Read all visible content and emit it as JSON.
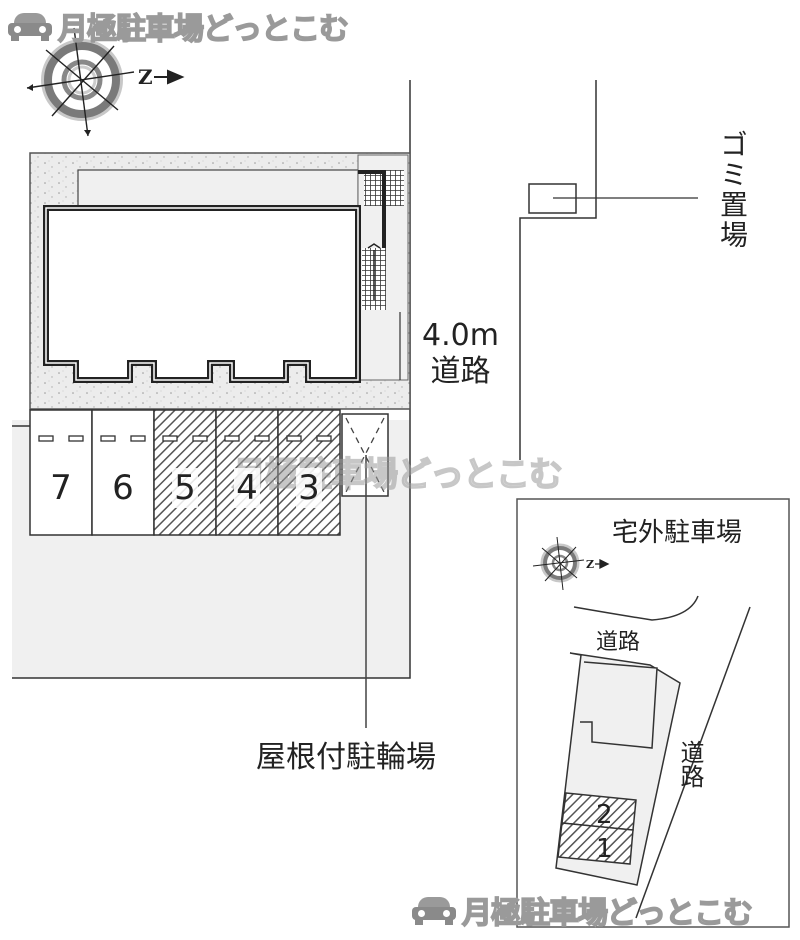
{
  "watermark": {
    "brand": "月極駐車場どっとこむ",
    "icon": "car-icon"
  },
  "compass_main": {
    "north_label": "N",
    "icon": "compass-icon"
  },
  "road_main": {
    "width_label": "4.0m",
    "name": "道路"
  },
  "garbage": {
    "label": "ゴミ置場"
  },
  "bicycle": {
    "label": "屋根付駐輪場"
  },
  "spaces": [
    {
      "number": "7",
      "status": "available"
    },
    {
      "number": "6",
      "status": "available"
    },
    {
      "number": "5",
      "status": "occupied"
    },
    {
      "number": "4",
      "status": "occupied"
    },
    {
      "number": "3",
      "status": "occupied"
    }
  ],
  "offsite": {
    "title": "宅外駐車場",
    "compass_label": "N",
    "road_top": "道路",
    "road_side": "道路",
    "spaces": [
      {
        "number": "2",
        "status": "occupied"
      },
      {
        "number": "1",
        "status": "occupied"
      }
    ]
  },
  "colors": {
    "line": "#222222",
    "ground": "#f0f0f0",
    "hatch": "#555555",
    "watermark_fill": "#d6d6d6"
  }
}
